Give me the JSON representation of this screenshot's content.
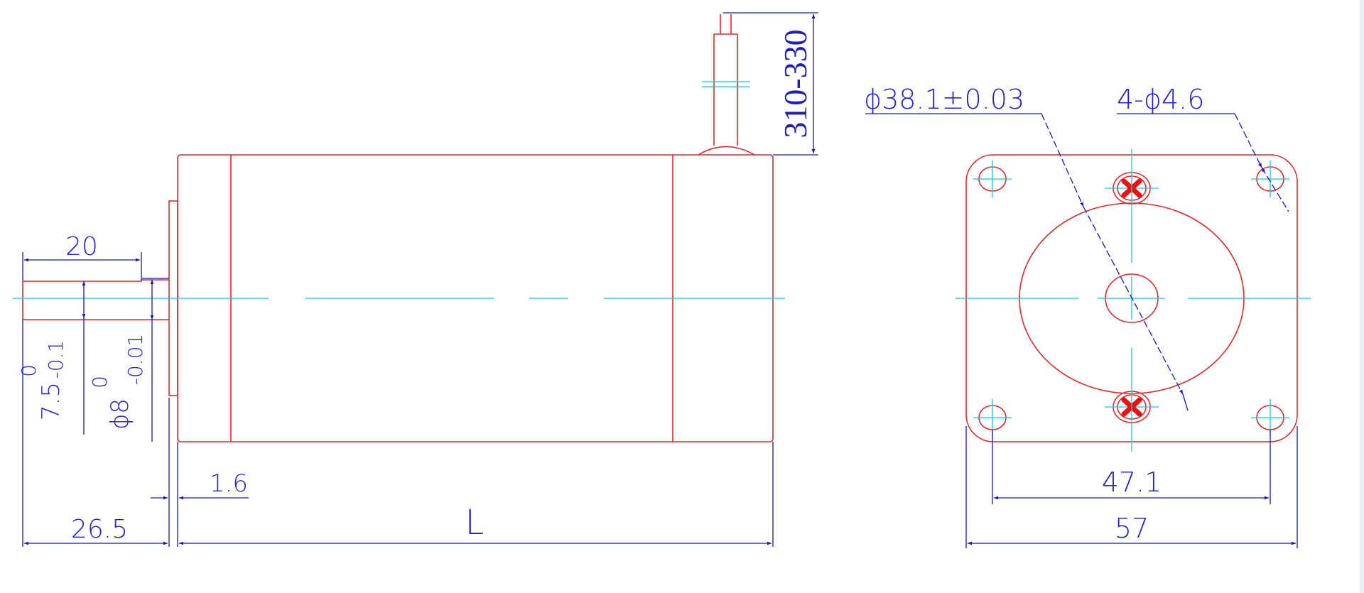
{
  "drawing": {
    "side_view": {
      "shaft_length": "20",
      "shaft_flat": "7.5",
      "shaft_flat_tol_upper": "0",
      "shaft_flat_tol_lower": "-0.1",
      "shaft_dia": "ϕ8",
      "shaft_dia_tol_upper": "0",
      "shaft_dia_tol_lower": "-0.01",
      "boss_thickness": "1.6",
      "shaft_extension": "26.5",
      "body_length": "L",
      "lead_length": "310-330"
    },
    "front_view": {
      "pilot_dia": "ϕ38.1±0.03",
      "mount_holes": "4-ϕ4.6",
      "hole_spacing": "47.1",
      "flange_width": "57"
    }
  },
  "colors": {
    "outline": "#e8262a",
    "centerline": "#00d4e6",
    "dimension": "#1515c8",
    "marker": "#ee1111"
  }
}
